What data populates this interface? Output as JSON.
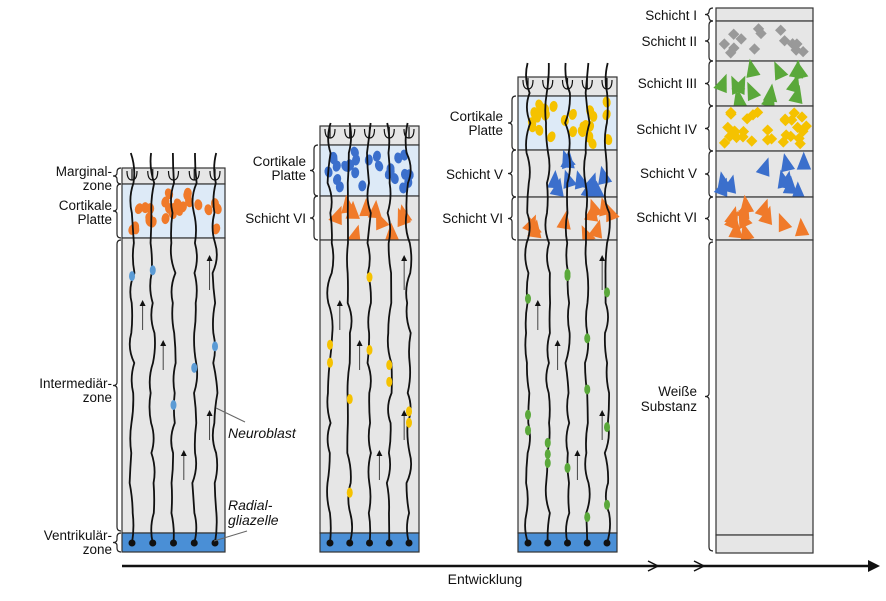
{
  "labels": {
    "col1": {
      "marginal_1": "Marginal-",
      "marginal_2": "zone",
      "cp_1": "Cortikale",
      "cp_2": "Platte",
      "iz_1": "Intermediär-",
      "iz_2": "zone",
      "vz_1": "Ventrikulär-",
      "vz_2": "zone",
      "neuroblast": "Neuroblast",
      "radial_1": "Radial-",
      "radial_2": "gliazelle"
    },
    "col2": {
      "cp_1": "Cortikale",
      "cp_2": "Platte",
      "layer6": "Schicht VI"
    },
    "col3": {
      "cp_1": "Cortikale",
      "cp_2": "Platte",
      "layer5": "Schicht V",
      "layer6": "Schicht VI"
    },
    "col4": {
      "layer1": "Schicht I",
      "layer2": "Schicht II",
      "layer3": "Schicht III",
      "layer4": "Schicht IV",
      "layer5": "Schicht V",
      "layer6": "Schicht VI",
      "wm_1": "Weiße",
      "wm_2": "Substanz"
    },
    "axis": "Entwicklung"
  },
  "colors": {
    "zone_gray": "#e6e6e6",
    "plate_blue": "#ddeaf7",
    "ventricular": "#4a8fd6",
    "orange": "#f07a2a",
    "blue": "#3b6fcc",
    "yellow": "#f5c200",
    "green": "#5aa83a",
    "gray_cell": "#999999",
    "neuroblast_blue": "#5b9bd5"
  }
}
